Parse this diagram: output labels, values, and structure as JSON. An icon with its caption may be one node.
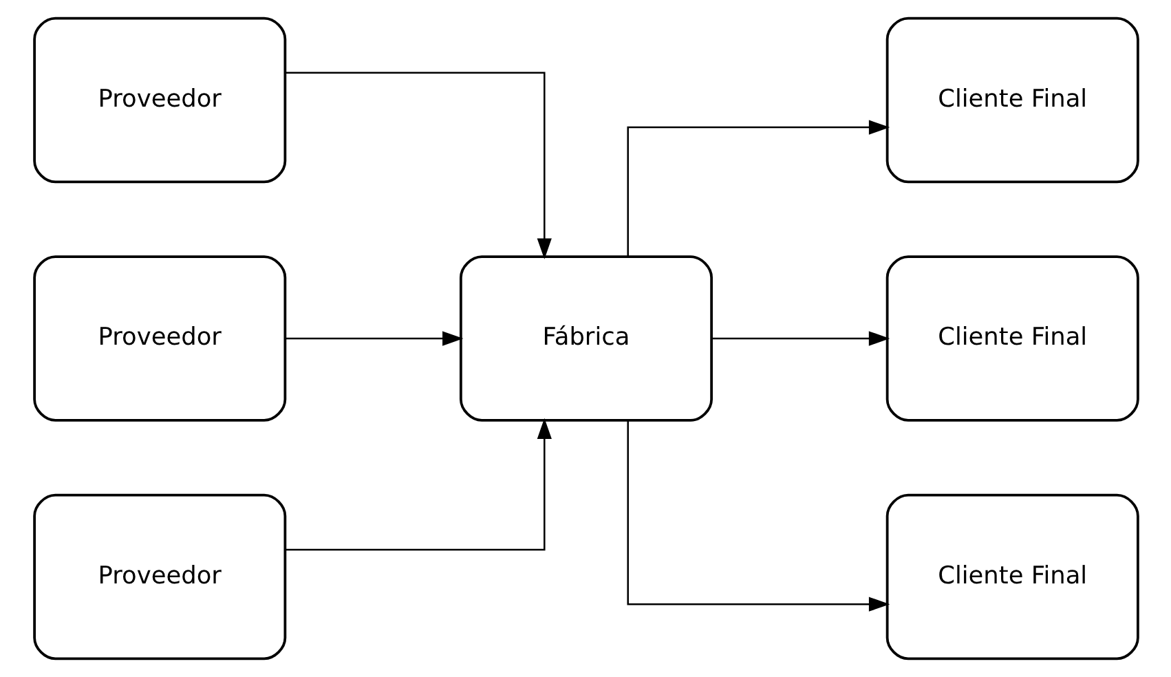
{
  "diagram": {
    "nodes": [
      {
        "text": [
          "Proveedor"
        ]
      },
      {
        "text": [
          "Proveedor"
        ]
      },
      {
        "text": [
          "Proveedor"
        ]
      },
      {
        "text": [
          "Fábrica"
        ]
      },
      {
        "text": [
          "Cliente Final"
        ]
      },
      {
        "text": [
          "Cliente Final"
        ]
      },
      {
        "text": [
          "Cliente Final"
        ]
      }
    ],
    "edges": [
      {
        "from": 0,
        "to": 3,
        "arrow": "to"
      },
      {
        "from": 1,
        "to": 3,
        "arrow": "to"
      },
      {
        "from": 2,
        "to": 3,
        "arrow": "to"
      },
      {
        "from": 3,
        "to": 4,
        "arrow": "to"
      },
      {
        "from": 3,
        "to": 5,
        "arrow": "to"
      },
      {
        "from": 3,
        "to": 6,
        "arrow": "to"
      }
    ]
  }
}
